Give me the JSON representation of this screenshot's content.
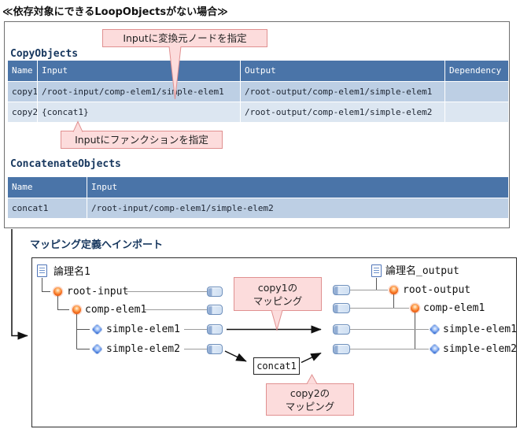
{
  "title": "≪依存対象にできるLoopObjectsがない場合≫",
  "callouts": {
    "input_node": "Inputに変換元ノードを指定",
    "input_function": "Inputにファンクションを指定",
    "copy1_line1": "copy1の",
    "copy1_line2": "マッピング",
    "copy2_line1": "copy2の",
    "copy2_line2": "マッピング"
  },
  "copy_objects": {
    "caption": "CopyObjects",
    "headers": [
      "Name",
      "Input",
      "Output",
      "Dependency"
    ],
    "rows": [
      {
        "name": "copy1",
        "input": "/root-input/comp-elem1/simple-elem1",
        "output": "/root-output/comp-elem1/simple-elem1",
        "dependency": ""
      },
      {
        "name": "copy2",
        "input": "{concat1}",
        "output": "/root-output/comp-elem1/simple-elem2",
        "dependency": ""
      }
    ]
  },
  "concatenate_objects": {
    "caption": "ConcatenateObjects",
    "headers": [
      "Name",
      "Input"
    ],
    "rows": [
      {
        "name": "concat1",
        "input": "/root-input/comp-elem1/simple-elem2"
      }
    ]
  },
  "mapping_section": {
    "label": "マッピング定義へインポート",
    "function_box": "concat1",
    "left_tree": {
      "root": "論理名1",
      "nodes": [
        {
          "label": "root-input"
        },
        {
          "label": "comp-elem1"
        },
        {
          "label": "simple-elem1"
        },
        {
          "label": "simple-elem2"
        }
      ]
    },
    "right_tree": {
      "root": "論理名_output",
      "nodes": [
        {
          "label": "root-output"
        },
        {
          "label": "comp-elem1"
        },
        {
          "label": "simple-elem1"
        },
        {
          "label": "simple-elem2"
        }
      ]
    }
  },
  "colors": {
    "table_header_bg": "#4a74a8",
    "row_dark": "#bdcfe4",
    "row_light": "#dce6f1",
    "callout_bg": "#fcdcdc",
    "callout_border": "#e09090",
    "caption_text": "#17375e"
  }
}
